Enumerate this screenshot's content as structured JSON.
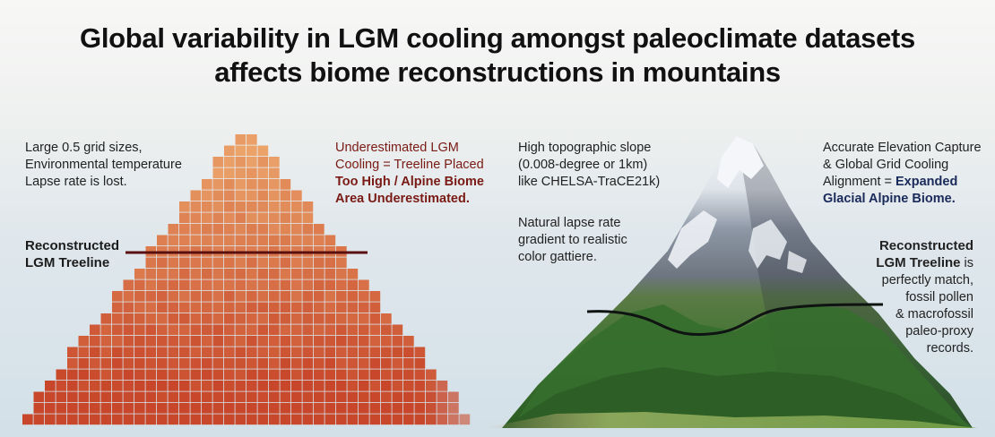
{
  "title": {
    "line1": "Global variability in LGM cooling amongst paleoclimate datasets",
    "line2": "affects biome reconstructions in mountains"
  },
  "left_panel": {
    "grid_note": [
      "Large 0.5 grid sizes,",
      "Environmental temperature",
      "Lapse rate is lost."
    ],
    "treeline_label": [
      "Reconstructed",
      "LGM Treeline"
    ],
    "underestimate_note": {
      "line1": "Underestimated LGM",
      "line2": "Cooling = Treeline Placed",
      "bold1": "Too High / Alpine Biome",
      "bold2": "Area Underestimated."
    }
  },
  "right_panel": {
    "slope_note": [
      "High topographic slope",
      "(0.008-degree or 1km)",
      "like CHELSA-TraCE21k)"
    ],
    "lapse_note": [
      "Natural lapse rate",
      "gradient to realistic",
      "color gattiere."
    ],
    "accurate_note": {
      "line1": "Accurate Elevation Capture",
      "line2": "& Global Grid Cooling",
      "line3_plain": "Alignment = ",
      "line3_bold": "Expanded",
      "line4_bold": "Glacial Alpine Biome."
    },
    "treeline_note": {
      "bold1": "Reconstructed",
      "bold2": "LGM Treeline",
      "line2_plain": " is",
      "line3": "perfectly match,",
      "line4": "fossil pollen",
      "line5": "& macrofossil",
      "line6": "paleo-proxy",
      "line7": "records."
    }
  },
  "colors": {
    "pixel_top": "#eba36a",
    "pixel_bottom": "#c8472a",
    "treeline_line": "#5a1010",
    "alpine_rock": "#7e8a99",
    "snow": "#f2f4f7",
    "forest": "#2f6a2a"
  }
}
